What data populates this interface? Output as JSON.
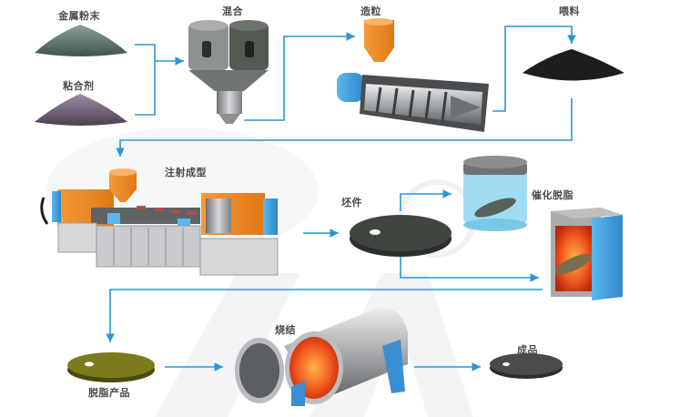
{
  "diagram": {
    "type": "process-flow",
    "accent_color": "#2a97d4",
    "nodes": [
      {
        "id": "metal_powder",
        "label": "金属粉末"
      },
      {
        "id": "binder",
        "label": "粘合剂"
      },
      {
        "id": "mixing",
        "label": "混合"
      },
      {
        "id": "granulation",
        "label": "造粒"
      },
      {
        "id": "feedstock",
        "label": "喂料"
      },
      {
        "id": "injection_molding",
        "label": "注射成型"
      },
      {
        "id": "green_part",
        "label": "坯件"
      },
      {
        "id": "catalytic_debinding",
        "label": "催化脱脂"
      },
      {
        "id": "debinded_product",
        "label": "脱脂产品"
      },
      {
        "id": "sintering",
        "label": "烧结"
      },
      {
        "id": "finished_product",
        "label": "成品"
      }
    ],
    "edges": [
      {
        "from": "metal_powder",
        "to": "mixing"
      },
      {
        "from": "binder",
        "to": "mixing"
      },
      {
        "from": "mixing",
        "to": "granulation"
      },
      {
        "from": "granulation",
        "to": "feedstock"
      },
      {
        "from": "feedstock",
        "to": "injection_molding"
      },
      {
        "from": "injection_molding",
        "to": "green_part"
      },
      {
        "from": "green_part",
        "to": "catalytic_debinding"
      },
      {
        "from": "green_part",
        "to": "catalytic_debinding"
      },
      {
        "from": "catalytic_debinding",
        "to": "debinded_product"
      },
      {
        "from": "debinded_product",
        "to": "sintering"
      },
      {
        "from": "sintering",
        "to": "finished_product"
      }
    ]
  }
}
